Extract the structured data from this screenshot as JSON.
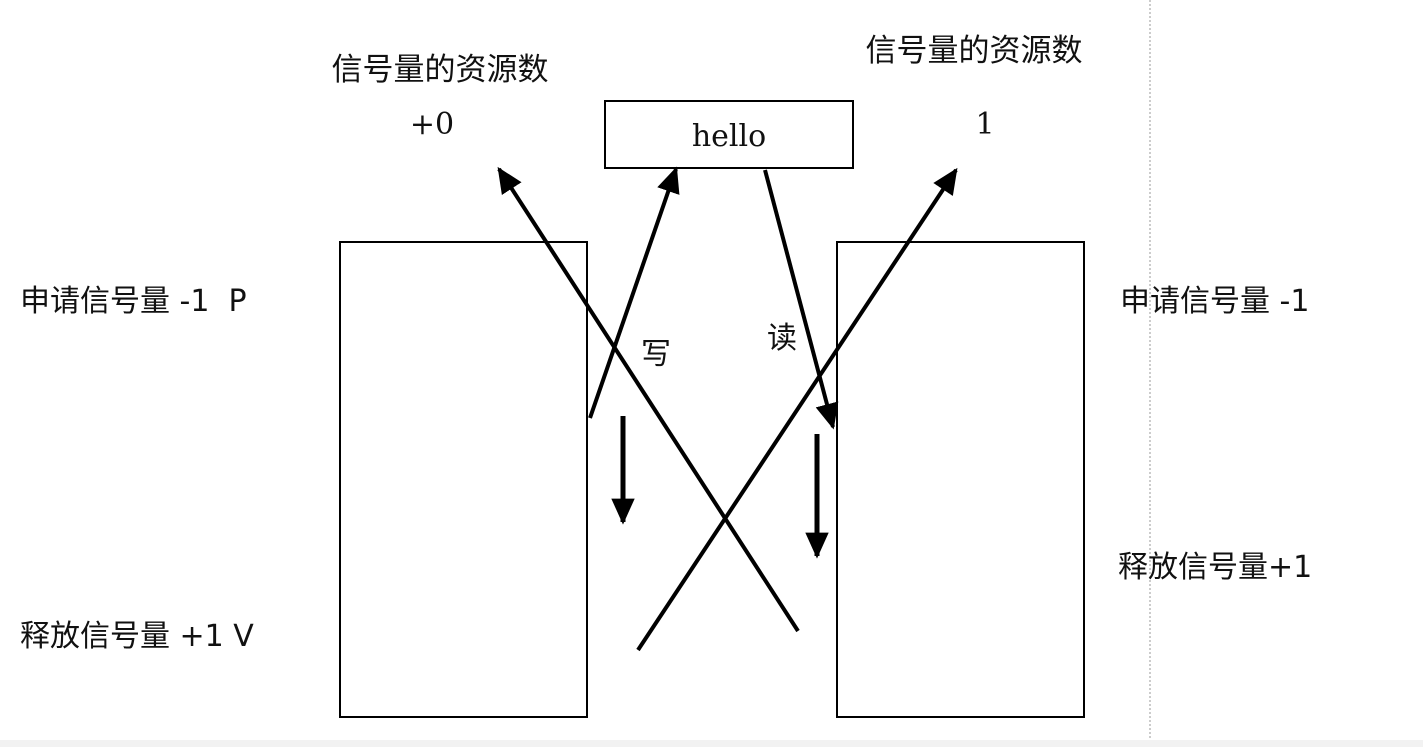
{
  "labels": {
    "left_resource_title": "信号量的资源数",
    "left_resource_value": "+0",
    "right_resource_title": "信号量的资源数",
    "right_resource_value": "1",
    "buffer_text": "hello",
    "left_request": "申请信号量 -1  P",
    "left_release": "释放信号量 +1 V",
    "right_request": "申请信号量 -1",
    "right_release": "释放信号量+1",
    "write_label": "写",
    "read_label": "读"
  },
  "colors": {
    "stroke": "#000000",
    "text": "#111111",
    "background": "#ffffff",
    "divider": "#9a9a9a",
    "bottom_strip": "#f2f2f2"
  }
}
